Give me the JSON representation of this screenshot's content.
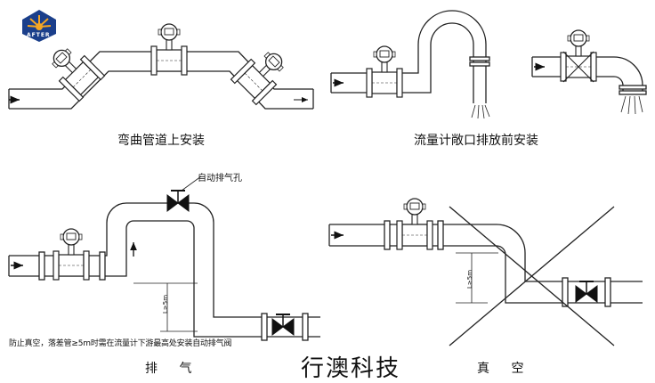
{
  "logo": {
    "text": "AFTER",
    "colors": {
      "bg": "#1b3f8b",
      "rays": "#f5a623"
    }
  },
  "captions": {
    "bend": "弯曲管道上安装",
    "outlet": "流量计敞口排放前安装",
    "vent_label": "自动排气孔",
    "note": "防止真空，落差管≥5m时需在流量计下游最高处安装自动排气阀",
    "exhaust": "排 气",
    "vacuum": "真 空",
    "company": "行澳科技",
    "dim_left": "L≥5m",
    "dim_right": "L≥5m"
  },
  "colors": {
    "line": "#222222",
    "pipe_fill": "#ffffff",
    "valve_fill": "#111111"
  }
}
